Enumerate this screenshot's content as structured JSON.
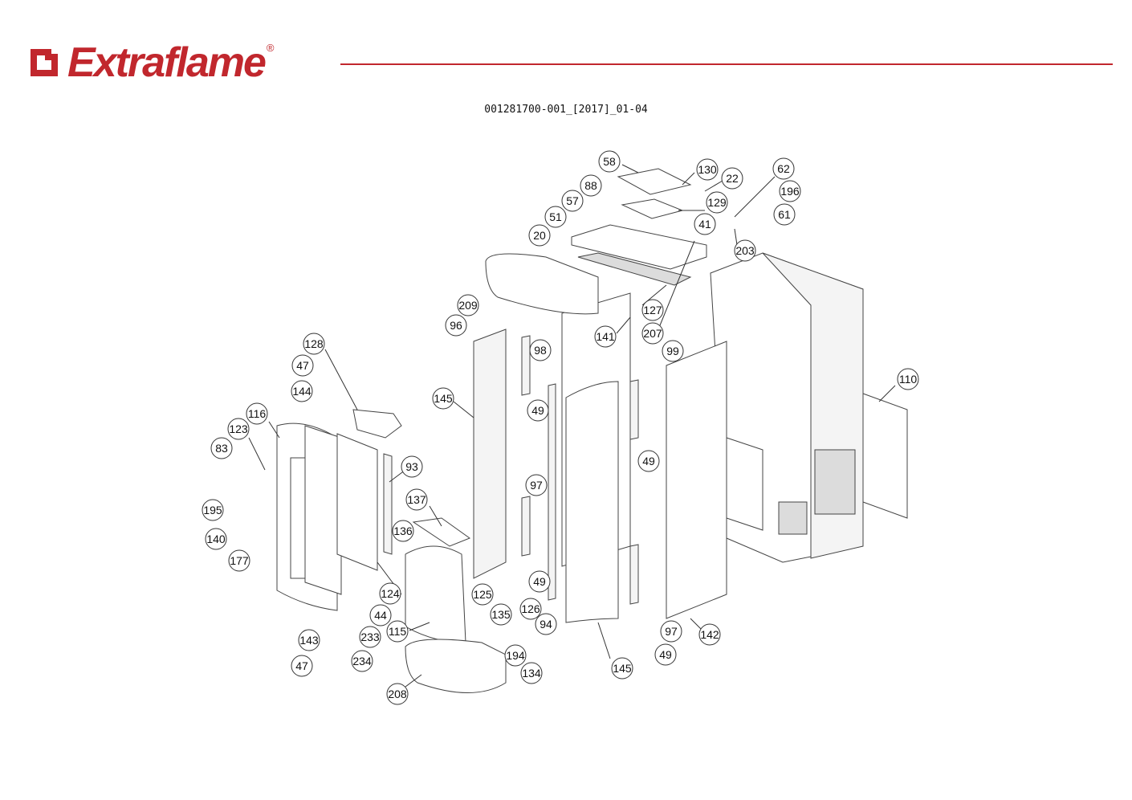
{
  "brand": {
    "name": "Extraflame",
    "mark": "®",
    "color": "#c1272d"
  },
  "document_code": "001281700-001_[2017]_01-04",
  "callouts": [
    "58",
    "130",
    "22",
    "62",
    "88",
    "57",
    "129",
    "196",
    "51",
    "61",
    "41",
    "20",
    "203",
    "209",
    "96",
    "127",
    "207",
    "141",
    "98",
    "128",
    "99",
    "47",
    "144",
    "145",
    "110",
    "116",
    "123",
    "49",
    "83",
    "93",
    "49",
    "195",
    "97",
    "137",
    "136",
    "140",
    "177",
    "49",
    "125",
    "124",
    "126",
    "135",
    "94",
    "44",
    "233",
    "115",
    "97",
    "143",
    "142",
    "194",
    "49",
    "47",
    "234",
    "145",
    "134",
    "208"
  ]
}
